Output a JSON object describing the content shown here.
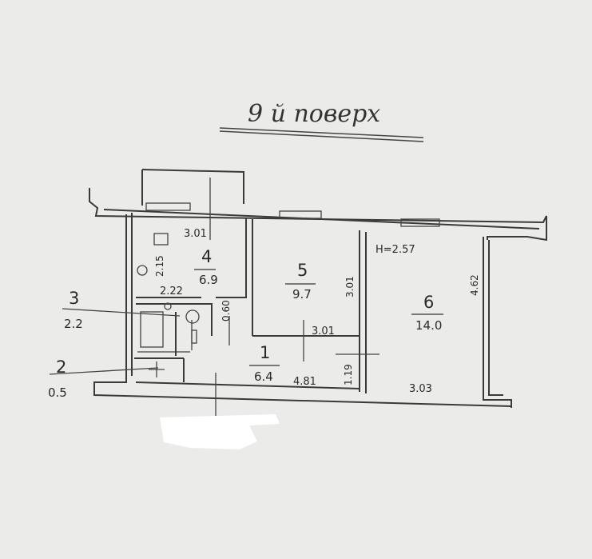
{
  "floor_title": "9 й поверх",
  "height_note": "H=2.57",
  "rooms": [
    {
      "number": "1",
      "area": "6.4"
    },
    {
      "number": "2",
      "area": "0.5"
    },
    {
      "number": "3",
      "area": "2.2"
    },
    {
      "number": "4",
      "area": "6.9"
    },
    {
      "number": "5",
      "area": "9.7"
    },
    {
      "number": "6",
      "area": "14.0"
    }
  ],
  "dimensions": {
    "room4_top": "3.01",
    "room4_side": "2.15",
    "room4_bottom": "2.22",
    "passage": "0.60",
    "room5_side": "3.01",
    "room5_bottom": "3.01",
    "hall_length": "4.81",
    "hall_small": "1.19",
    "room6_side": "4.62",
    "room6_bottom": "3.03"
  }
}
